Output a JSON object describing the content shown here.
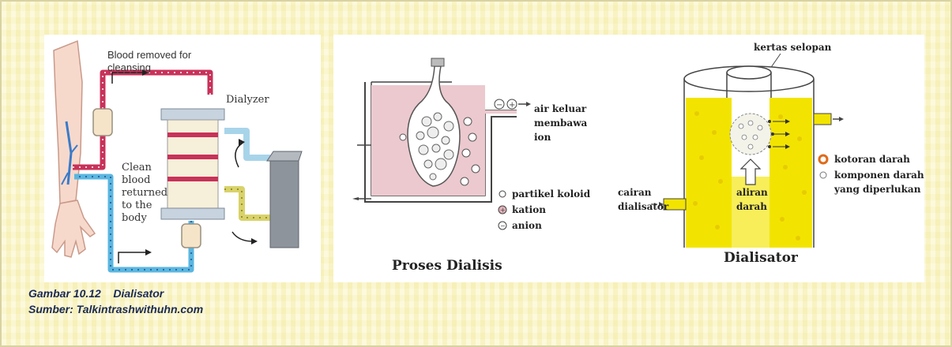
{
  "left_diagram": {
    "label_blood_removed": [
      "Blood removed for",
      "cleansing"
    ],
    "label_dialyzer": "Dialyzer",
    "label_clean_blood": [
      "Clean",
      "blood",
      "returned",
      "to the",
      "body"
    ]
  },
  "right_diagram": {
    "proses": {
      "title": "Proses Dialisis",
      "outflow_label": [
        "air keluar",
        "membawa",
        "ion"
      ],
      "legend": [
        {
          "symbol": "open-circle",
          "label": "partikel koloid"
        },
        {
          "symbol": "plus-circle",
          "label": "kation"
        },
        {
          "symbol": "minus-circle",
          "label": "anion"
        }
      ]
    },
    "dialisator": {
      "title": "Dialisator",
      "top_label": "kertas selopan",
      "inlet_label": [
        "cairan",
        "dialisator"
      ],
      "flow_label": [
        "aliran",
        "darah"
      ],
      "legend": [
        {
          "symbol": "orange-circle",
          "label": "kotoran darah"
        },
        {
          "symbol": "white-circle",
          "label": [
            "komponen darah",
            "yang diperlukan"
          ]
        }
      ]
    }
  },
  "caption": {
    "line1": "Gambar 10.12    Dialisator",
    "line2": "Sumber: Talkintrashwithuhn.com"
  },
  "colors": {
    "background": "#fbf6c8",
    "blood_tube": "#c8325a",
    "clean_tube": "#5ab6e0",
    "dialysate_tube": "#d9d26a",
    "vessel_fill": "#ecc9cf",
    "dialisator_yellow": "#f2e400",
    "caption_text": "#1b2a55"
  }
}
